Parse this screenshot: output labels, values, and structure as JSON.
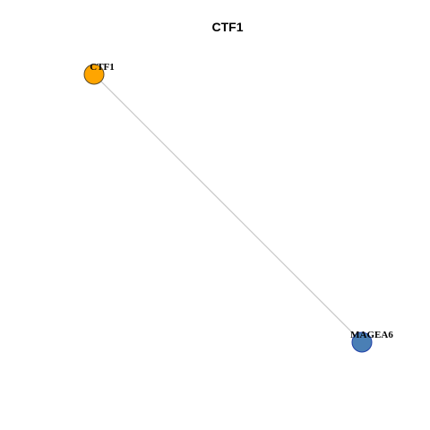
{
  "title": "CTF1",
  "network": {
    "nodes": [
      {
        "id": "CTF1",
        "label": "CTF1",
        "fill": "#FFA500",
        "stroke": "#5a4a2a"
      },
      {
        "id": "MAGEA6",
        "label": "MAGEA6",
        "fill": "#4A7FB5",
        "stroke": "#1f3fa8"
      }
    ],
    "edges": [
      {
        "source": "CTF1",
        "target": "MAGEA6",
        "color": "#c8c8c8"
      }
    ]
  }
}
